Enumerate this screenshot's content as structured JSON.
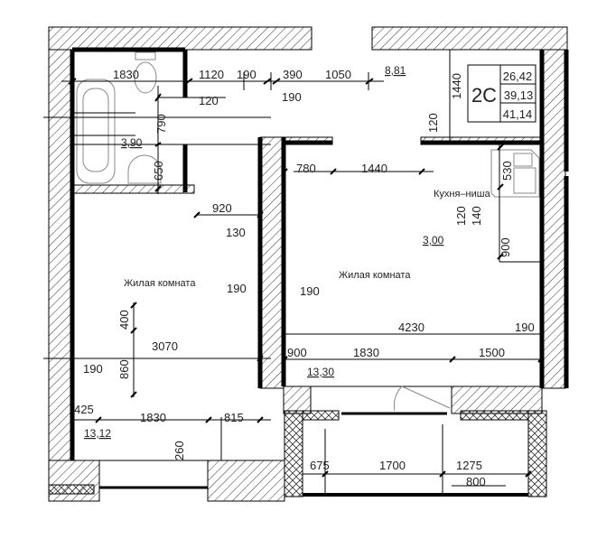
{
  "plan": {
    "apartment_type": "2С",
    "areas_table": [
      "26,42",
      "39,13",
      "41,14"
    ],
    "rooms": {
      "bathroom_area": "3,90",
      "hall_area": "8,81",
      "kitchen_label": "Кухня–ниша",
      "kitchen_area": "3,00",
      "living_left_label": "Жилая комната",
      "living_left_area": "13,12",
      "living_right_label": "Жилая комната",
      "living_right_area": "13,30"
    },
    "dimensions": {
      "d1830_top": "1830",
      "d1120": "1120",
      "d190_top": "190",
      "d390": "390",
      "d1050": "1050",
      "d190_leader": "190",
      "d120_bath": "120",
      "d790": "790",
      "d650": "650",
      "d1440_v": "1440",
      "d120_v": "120",
      "d780": "780",
      "d1440_h": "1440",
      "d530": "530",
      "d120_k": "120",
      "d140_k": "140",
      "d900_v": "900",
      "d920": "920",
      "d130": "130",
      "d190_l": "190",
      "d190_r": "190",
      "d400": "400",
      "d3070": "3070",
      "d190_left": "190",
      "d860": "860",
      "d4230": "4230",
      "d190_right": "190",
      "d900_h": "900",
      "d1830_mid": "1830",
      "d1500": "1500",
      "d425": "425",
      "d1830_low": "1830",
      "d815": "815",
      "d260": "260",
      "d675": "675",
      "d1700": "1700",
      "d1275": "1275",
      "d800": "800"
    }
  }
}
